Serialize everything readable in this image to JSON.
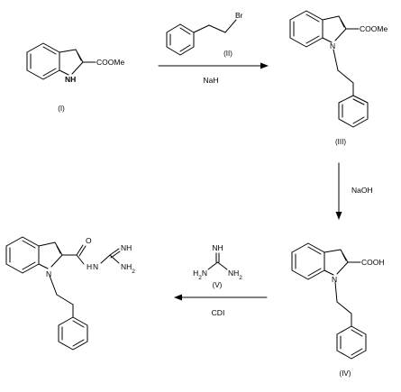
{
  "compounds": [
    {
      "id": "I",
      "caption": "(I)",
      "labels": {
        "ester": "COOMe",
        "nh": "NH"
      }
    },
    {
      "id": "II",
      "caption": "(II)",
      "labels": {
        "halide": "Br"
      }
    },
    {
      "id": "III",
      "caption": "(III)",
      "labels": {
        "ester": "COOMe",
        "n": "N"
      }
    },
    {
      "id": "IV",
      "caption": "(IV)",
      "labels": {
        "acid": "COOH",
        "n": "N"
      }
    },
    {
      "id": "V",
      "caption": "(V)",
      "labels": {
        "imine": "NH",
        "amine_left": "H2N",
        "amine_right": "NH2"
      }
    },
    {
      "id": "product",
      "caption": "",
      "labels": {
        "n": "N",
        "carbonyl_o": "O",
        "amide_nh": "H",
        "imine": "NH",
        "amine": "NH2"
      }
    }
  ],
  "reagents": {
    "step1": "NaH",
    "step2": "NaOH",
    "step3": "CDI"
  },
  "colors": {
    "ink": "#000000",
    "background": "#ffffff"
  }
}
